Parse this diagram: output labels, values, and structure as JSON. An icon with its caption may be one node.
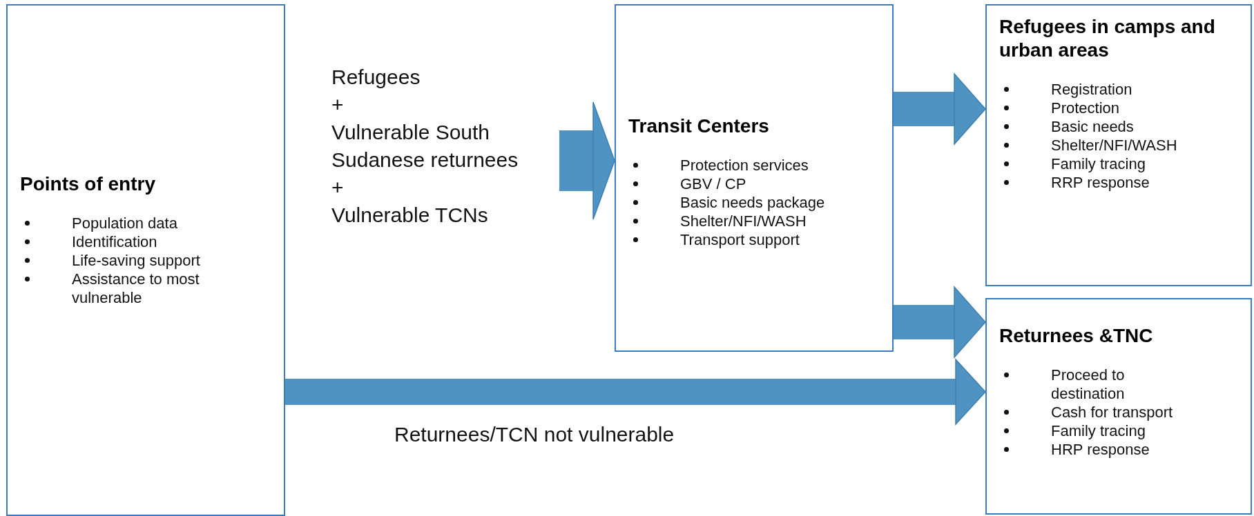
{
  "diagram": {
    "nodes": [
      {
        "text": [
          "Points of entry",
          "Population data",
          "Identification",
          "Life-saving support",
          "Assistance to most vulnerable"
        ]
      },
      {
        "text": [
          "Refugees",
          "+",
          "Vulnerable South Sudanese returnees",
          "+",
          "Vulnerable TCNs"
        ]
      },
      {
        "text": [
          "Transit Centers",
          "Protection services",
          "GBV / CP",
          "Basic needs package",
          "Shelter/NFI/WASH",
          "Transport support"
        ]
      },
      {
        "text": [
          "Refugees in camps and urban areas",
          "Registration",
          "Protection",
          "Basic needs",
          "Shelter/NFI/WASH",
          "Family tracing",
          "RRP response"
        ]
      },
      {
        "text": [
          "Returnees &TNC",
          "Proceed to destination",
          "Cash for transport",
          "Family tracing",
          "HRP response"
        ]
      }
    ],
    "edges": [
      {
        "from": 1,
        "to": 2,
        "arrow": "to"
      },
      {
        "from": 2,
        "to": 3,
        "arrow": "to"
      },
      {
        "from": 2,
        "to": 4,
        "arrow": "to"
      },
      {
        "from": 0,
        "to": 4,
        "arrow": "to",
        "label": "Returnees/TCN not vulnerable"
      }
    ]
  }
}
